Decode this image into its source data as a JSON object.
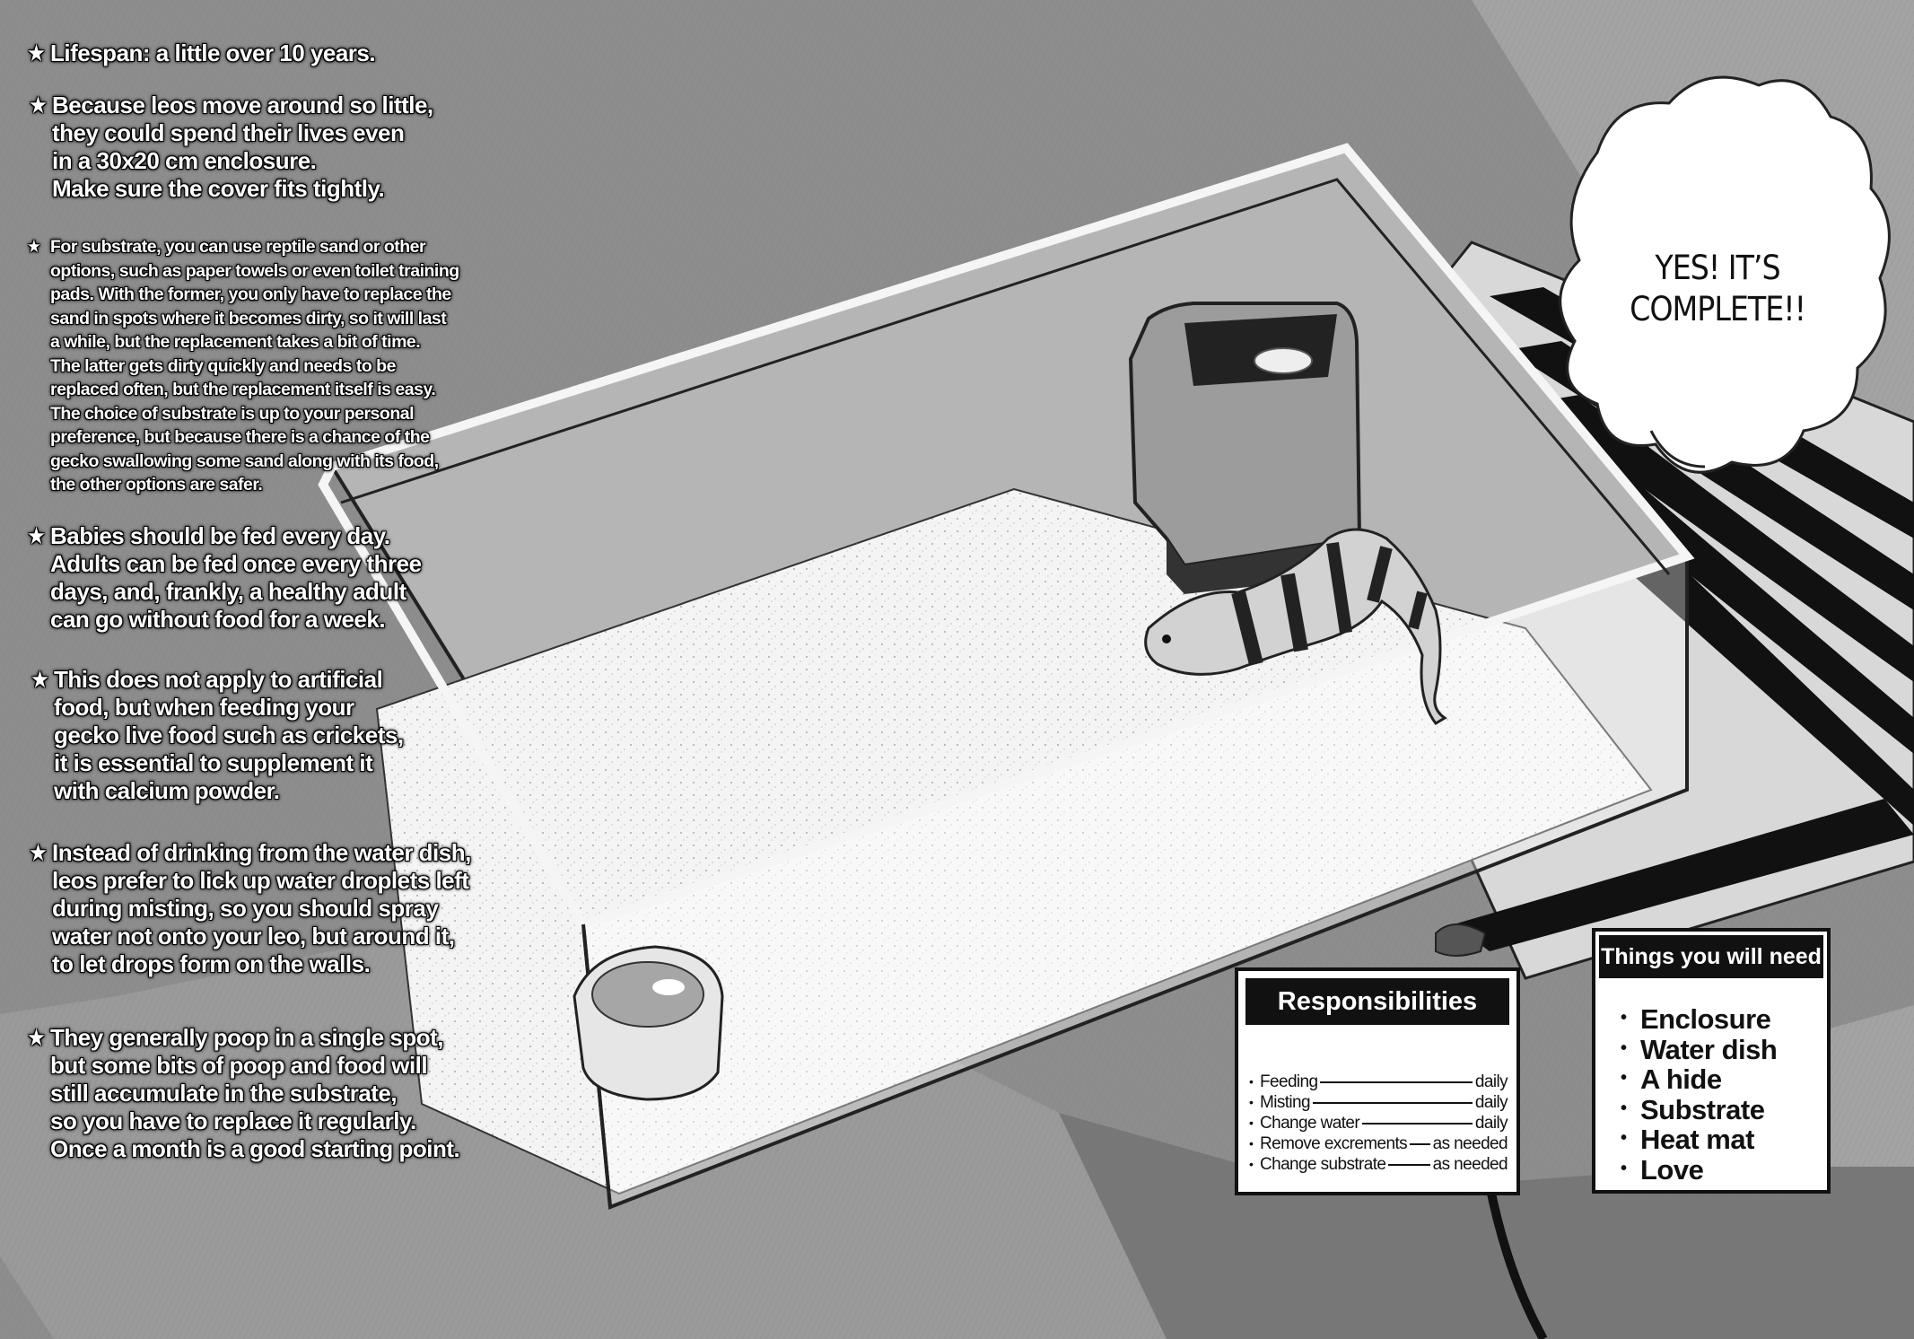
{
  "tips": [
    {
      "star": "★",
      "lines": [
        "Lifespan: a little over 10 years."
      ]
    },
    {
      "star": "★",
      "lines": [
        "Because leos move around so little,",
        "they could spend their lives even",
        "in a 30x20 cm enclosure.",
        "Make sure the cover fits tightly."
      ]
    },
    {
      "star": "★",
      "lines": [
        "For substrate, you can use reptile sand or other",
        "options, such as paper towels or even toilet training",
        "pads. With the former, you only have to replace the",
        "sand in spots where it becomes dirty, so it will last",
        "a while, but the replacement takes a bit of time.",
        "The latter gets dirty quickly and needs to be",
        "replaced often, but the replacement itself is easy.",
        "The choice of substrate is up to your personal",
        "preference, but because there is a chance of the",
        "gecko swallowing some sand along with its food,",
        "the other options are safer."
      ]
    },
    {
      "star": "★",
      "lines": [
        "Babies should be fed every day.",
        "Adults can be fed once every three",
        "days, and, frankly, a healthy adult",
        "can go without food for a week."
      ]
    },
    {
      "star": "★",
      "lines": [
        "This does not apply to artificial",
        "food, but when feeding your",
        "gecko live food such as crickets,",
        "it is essential to supplement it",
        "with calcium powder."
      ]
    },
    {
      "star": "★",
      "lines": [
        "Instead of drinking from the water dish,",
        "leos prefer to lick up water droplets left",
        "during misting, so you should spray",
        "water not onto your leo, but around it,",
        "to let drops form on the walls."
      ]
    },
    {
      "star": "★",
      "lines": [
        "They generally poop in a single spot,",
        "but some bits of poop and food will",
        "still accumulate in the substrate,",
        "so you have to replace it regularly.",
        "Once a month is a good starting point."
      ]
    }
  ],
  "bubble": {
    "lines": [
      "YES! IT’S",
      "COMPLETE!!"
    ]
  },
  "responsibilities": {
    "title": "Responsibilities",
    "bullet": "•",
    "items": [
      {
        "task": "Feeding",
        "freq": "daily"
      },
      {
        "task": "Misting",
        "freq": "daily"
      },
      {
        "task": "Change water",
        "freq": "daily"
      },
      {
        "task": "Remove excrements",
        "freq": "as needed"
      },
      {
        "task": "Change substrate",
        "freq": "as needed"
      }
    ]
  },
  "needs": {
    "title": "Things you will need",
    "bullet": "•",
    "items": [
      "Enclosure",
      "Water dish",
      "A hide",
      "Substrate",
      "Heat mat",
      "Love"
    ]
  }
}
